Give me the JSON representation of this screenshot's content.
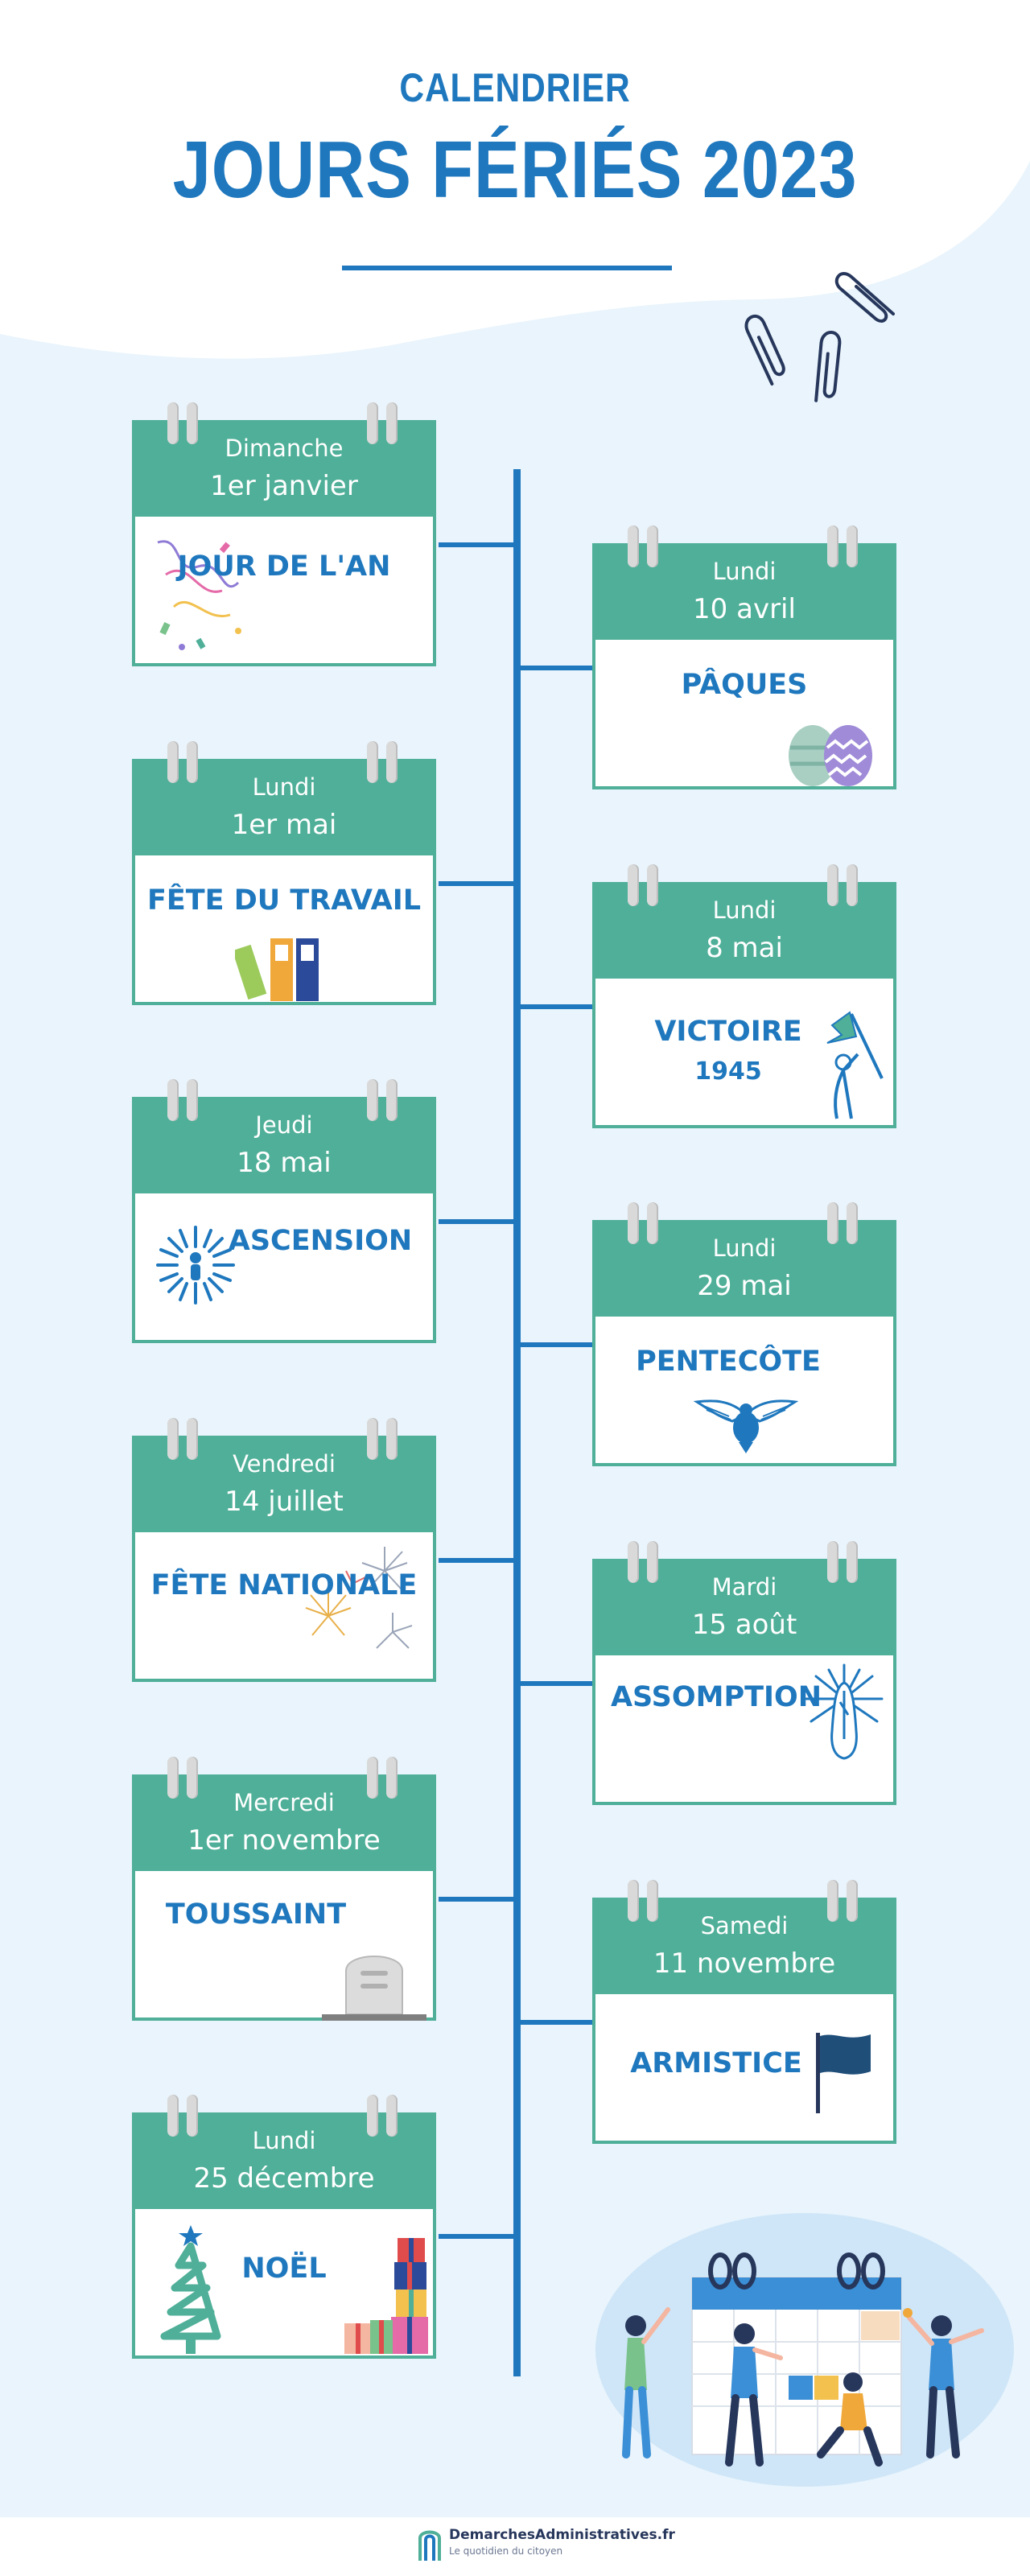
{
  "header": {
    "subtitle": "CALENDRIER",
    "title": "JOURS FÉRIÉS 2023"
  },
  "holidays": [
    {
      "day": "Dimanche",
      "date": "1er janvier",
      "name": "JOUR DE L'AN",
      "icon": "confetti-icon"
    },
    {
      "day": "Lundi",
      "date": "10 avril",
      "name": "PÂQUES",
      "icon": "easter-eggs-icon"
    },
    {
      "day": "Lundi",
      "date": "1er mai",
      "name": "FÊTE DU TRAVAIL",
      "icon": "binders-icon"
    },
    {
      "day": "Lundi",
      "date": "8 mai",
      "name": "VICTOIRE",
      "name2": "1945",
      "icon": "victory-flag-icon"
    },
    {
      "day": "Jeudi",
      "date": "18 mai",
      "name": "ASCENSION",
      "icon": "ascension-rays-icon"
    },
    {
      "day": "Lundi",
      "date": "29 mai",
      "name": "PENTECÔTE",
      "icon": "dove-icon"
    },
    {
      "day": "Vendredi",
      "date": "14 juillet",
      "name": "FÊTE NATIONALE",
      "icon": "fireworks-icon"
    },
    {
      "day": "Mardi",
      "date": "15 août",
      "name": "ASSOMPTION",
      "icon": "virgin-mary-icon"
    },
    {
      "day": "Mercredi",
      "date": "1er novembre",
      "name": "TOUSSAINT",
      "icon": "tombstone-icon"
    },
    {
      "day": "Samedi",
      "date": "11 novembre",
      "name": "ARMISTICE",
      "icon": "flag-icon"
    },
    {
      "day": "Lundi",
      "date": "25 décembre",
      "name": "NOËL",
      "icon": "christmas-tree-icon"
    }
  ],
  "footer": {
    "brand": "DemarchesAdministratives.fr",
    "tagline": "Le quotidien du citoyen"
  },
  "colors": {
    "primary_blue": "#1f78be",
    "card_green": "#4faf98",
    "background": "#e9f4fc"
  }
}
